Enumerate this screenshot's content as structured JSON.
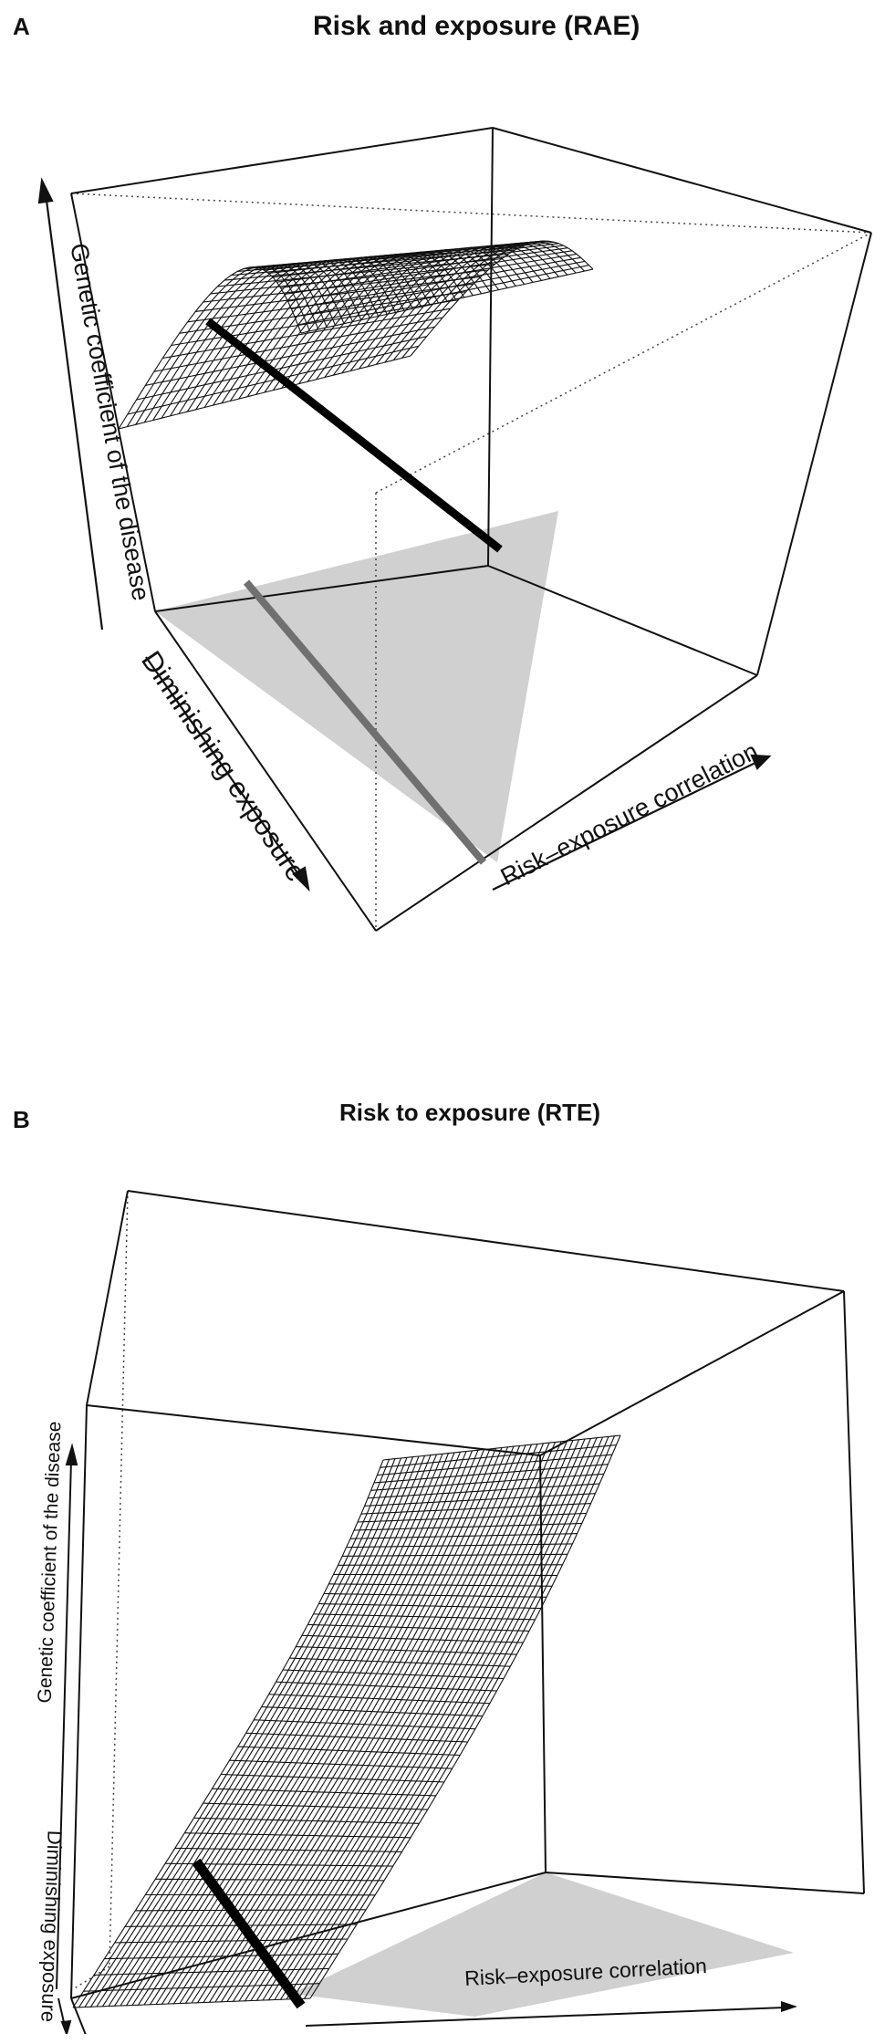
{
  "panels": [
    {
      "label": "A",
      "chart_data": {
        "type": "surface3d",
        "title": "Risk and exposure (RAE)",
        "zlabel": "Genetic coefficient of the disease",
        "ylabel": "Diminishing exposure",
        "xlabel": "Risk–exposure correlation",
        "surface_color": "#111111",
        "floor_shadow_color": "#d0d0d0",
        "axis_ticks": false,
        "grid": false
      }
    },
    {
      "label": "B",
      "chart_data": {
        "type": "surface3d",
        "title": "Risk to exposure (RTE)",
        "zlabel": "Genetic coefficient of the disease",
        "ylabel": "Diminishing exposure",
        "xlabel": "Risk–exposure correlation",
        "surface_color": "#111111",
        "floor_shadow_color": "#d0d0d0",
        "axis_ticks": false,
        "grid": false
      }
    }
  ]
}
